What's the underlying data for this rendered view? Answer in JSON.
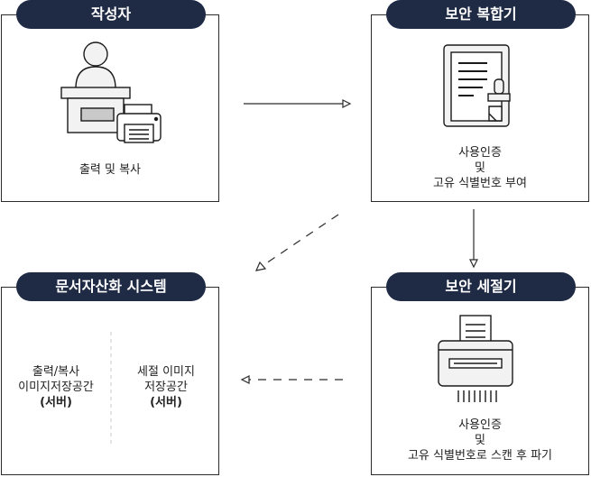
{
  "nodes": {
    "author": {
      "title": "작성자",
      "caption": "출력 및 복사"
    },
    "mfp": {
      "title": "보안 복합기",
      "caption_lines": [
        "사용인증",
        "및",
        "고유 식별번호 부여"
      ]
    },
    "shredder": {
      "title": "보안 세절기",
      "caption_lines": [
        "사용인증",
        "및",
        "고유 식별번호로 스캔 후 파기"
      ]
    },
    "system": {
      "title": "문서자산화 시스템",
      "left_lines": [
        "출력/복사",
        "이미지저장공간"
      ],
      "left_bold": "(서버)",
      "right_lines": [
        "세절 이미지",
        "저장공간"
      ],
      "right_bold": "(서버)"
    }
  },
  "colors": {
    "pill": "#1f2a44",
    "line": "#2b2b2b"
  },
  "icons": [
    "person-at-desk-with-printer-icon",
    "document-with-stamp-icon",
    "paper-shredder-icon"
  ]
}
